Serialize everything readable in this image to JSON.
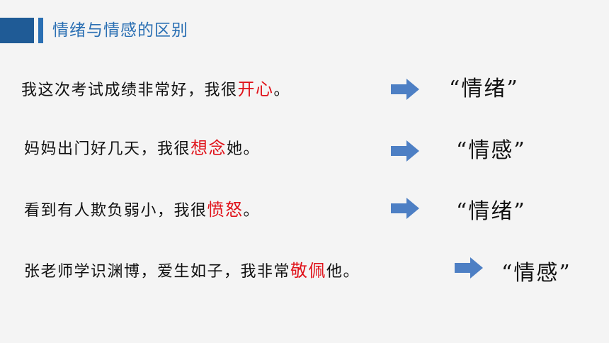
{
  "header": {
    "title": "情绪与情感的区别"
  },
  "colors": {
    "header_block": "#1f5b96",
    "header_text": "#2a6fb3",
    "highlight": "#e0121a",
    "arrow": "#4d7fc4"
  },
  "rows": [
    {
      "before": "我这次考试成绩非常好，我很",
      "highlight": "开心",
      "after": "。",
      "result": "“情绪”"
    },
    {
      "before": "妈妈出门好几天，我很",
      "highlight": "想念",
      "after": "她。",
      "result": "“情感”"
    },
    {
      "before": "看到有人欺负弱小，我很",
      "highlight": "愤怒",
      "after": "。",
      "result": "“情绪”"
    },
    {
      "before": "张老师学识渊博，爱生如子，我非常",
      "highlight": "敬佩",
      "after": "他。",
      "result": "“情感”"
    }
  ],
  "icons": {
    "arrow": "right-arrow-icon"
  }
}
